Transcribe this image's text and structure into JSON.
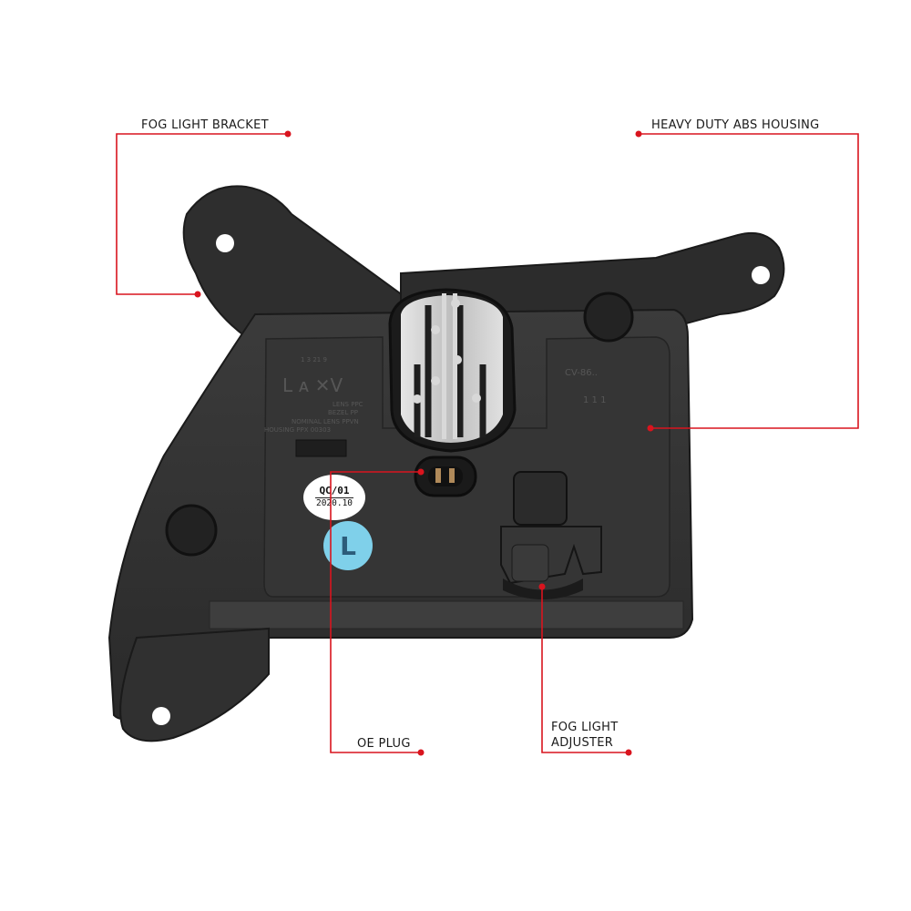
{
  "image": {
    "subject": "Fog light assembly, rear view",
    "background": "#ffffff"
  },
  "colors": {
    "callout_line": "#d9141e",
    "callout_dot": "#d9141e",
    "label_text": "#1a1a1a",
    "housing_dark": "#2b2b2b",
    "housing_mid": "#3a3a3a",
    "housing_light": "#555555",
    "metal": "#c8c8c8",
    "side_sticker": "#7fd0ea"
  },
  "callouts": [
    {
      "id": "fog-light-bracket",
      "label": "FOG LIGHT BRACKET"
    },
    {
      "id": "heavy-duty-abs-housing",
      "label": "HEAVY DUTY ABS HOUSING"
    },
    {
      "id": "oe-plug",
      "label": "OE PLUG"
    },
    {
      "id": "fog-light-adjuster",
      "label_line1": "FOG LIGHT",
      "label_line2": "ADJUSTER"
    }
  ],
  "stickers": {
    "qc": {
      "top": "QC/01",
      "bottom": "2020.10"
    },
    "side": {
      "letter": "L"
    }
  }
}
